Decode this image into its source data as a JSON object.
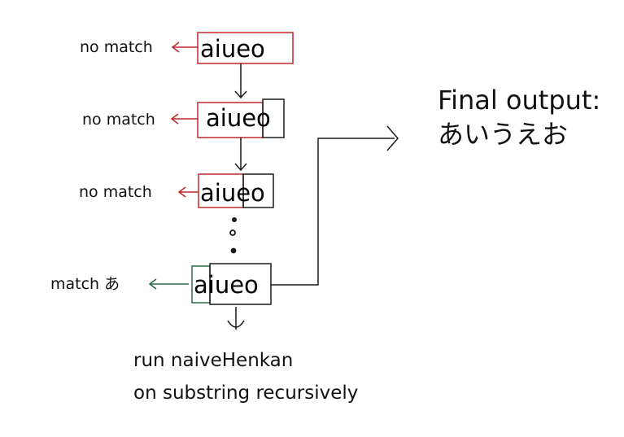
{
  "colors": {
    "no_match": "#c0282d",
    "match": "#2e6b4a",
    "line": "#1a1a1a"
  },
  "steps": [
    {
      "label": "no match",
      "word": "aiueo",
      "status": "no-match"
    },
    {
      "label": "no match",
      "word": "aiueo",
      "status": "no-match"
    },
    {
      "label": "no match",
      "word": "aiueo",
      "status": "no-match"
    },
    {
      "label": "match あ",
      "word": "aiueo",
      "status": "match"
    }
  ],
  "recursion_note": {
    "line1": "run naiveHenkan",
    "line2": "on substring recursively"
  },
  "final_output": {
    "heading": "Final output:",
    "value": "あいうえお"
  }
}
